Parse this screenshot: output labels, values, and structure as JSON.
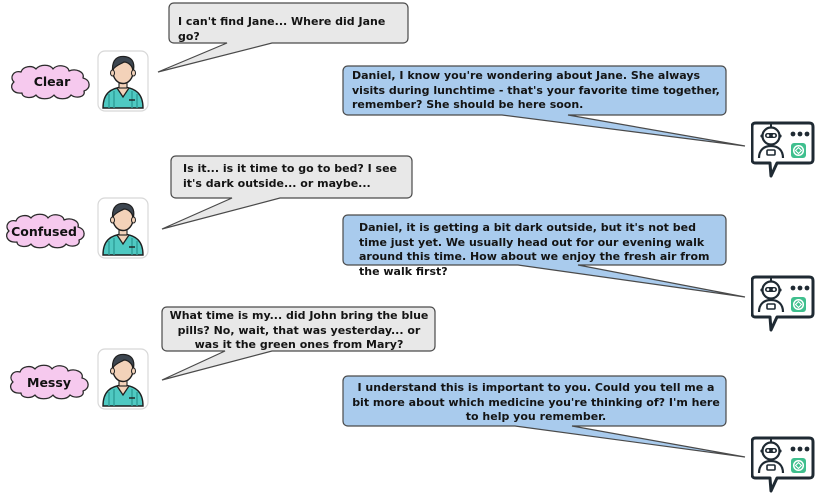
{
  "conversations": [
    {
      "style_label": "Clear",
      "user_message": "I can't find Jane... Where did Jane go?",
      "assistant_message": "Daniel, I know you're wondering about Jane. She always visits during lunchtime - that's your favorite time together, remember? She should be here soon."
    },
    {
      "style_label": "Confused",
      "user_message": "Is it... is it time to go to bed? I see it's dark outside... or maybe...",
      "assistant_message": "Daniel, it is getting a bit dark outside, but it's not bed time just yet. We usually head out for our evening walk around this time. How about we enjoy the fresh air from the walk first?"
    },
    {
      "style_label": "Messy",
      "user_message": "What time is my... did John bring the blue pills? No, wait, that was yesterday... or was it the green ones from Mary?",
      "assistant_message": "I understand this is important to you. Could you tell me a bit more about which medicine you're thinking of? I'm here to help you remember."
    }
  ],
  "colors": {
    "user_bubble": "#e8e8e8",
    "assistant_bubble": "#a9cbed",
    "cloud_fill": "#f6c9ee",
    "person_shirt": "#4fc9c2",
    "robot_accent": "#3fbf8e"
  },
  "icons": {
    "user_avatar": "elderly-patient-icon",
    "assistant_avatar": "robot-chat-bubble-icon"
  }
}
